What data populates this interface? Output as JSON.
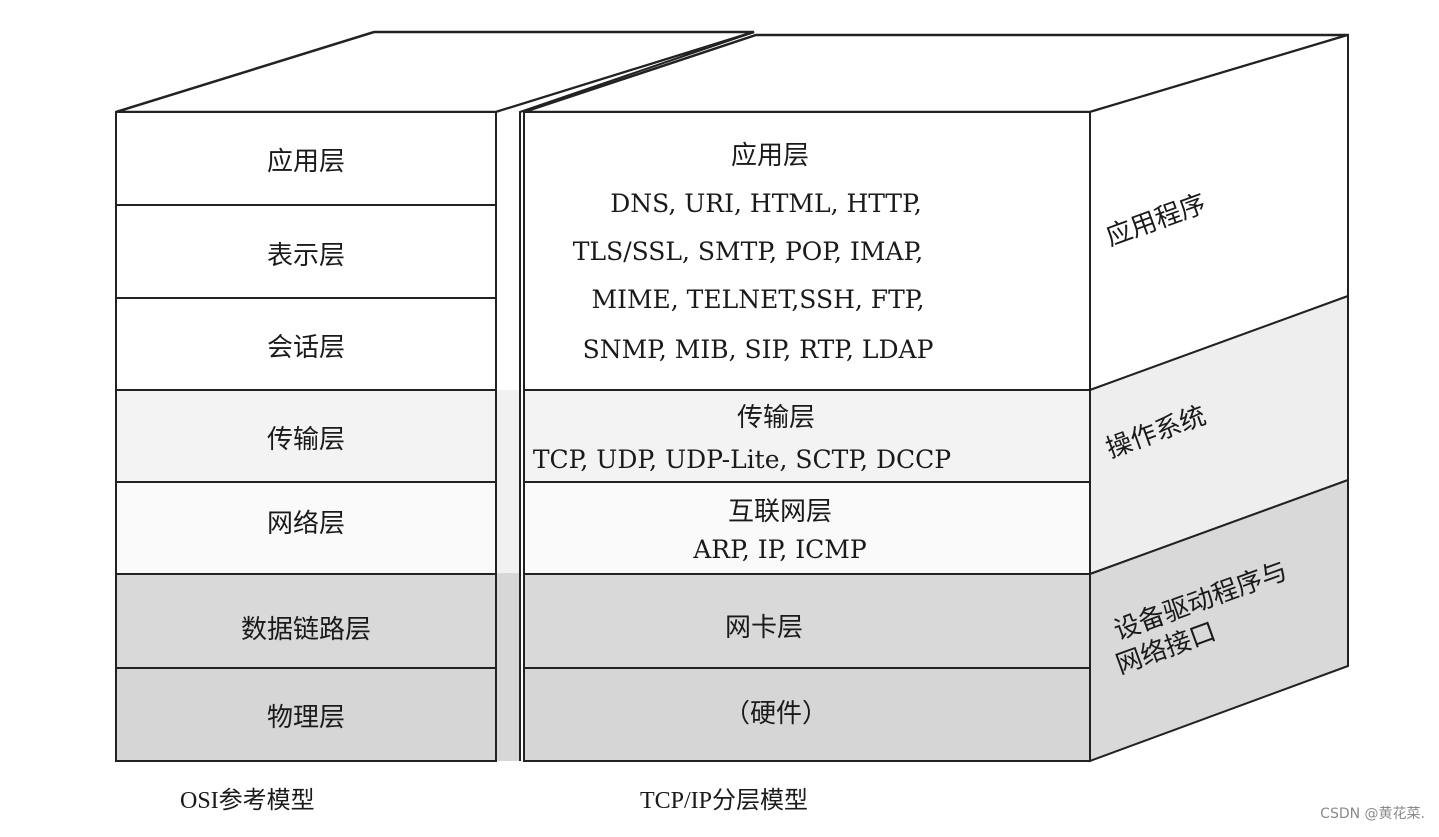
{
  "osi": {
    "caption": "OSI参考模型",
    "layers": [
      "应用层",
      "表示层",
      "会话层",
      "传输层",
      "网络层",
      "数据链路层",
      "物理层"
    ]
  },
  "tcpip": {
    "caption": "TCP/IP分层模型",
    "layers": [
      {
        "title": "应用层",
        "lines": [
          "DNS, URI, HTML, HTTP,",
          "TLS/SSL, SMTP, POP, IMAP,",
          "MIME, TELNET,SSH, FTP,",
          "SNMP, MIB, SIP, RTP, LDAP"
        ]
      },
      {
        "title": "传输层",
        "lines": [
          "TCP, UDP, UDP-Lite, SCTP, DCCP"
        ]
      },
      {
        "title": "互联网层",
        "lines": [
          "ARP, IP, ICMP"
        ]
      },
      {
        "title": "网卡层",
        "lines": []
      },
      {
        "title": "（硬件）",
        "lines": []
      }
    ]
  },
  "side": {
    "labels": [
      [
        "应用程序"
      ],
      [
        "操作系统"
      ],
      [
        "设备驱动程序与",
        "网络接口"
      ]
    ]
  },
  "watermark": "CSDN @黄花菜."
}
